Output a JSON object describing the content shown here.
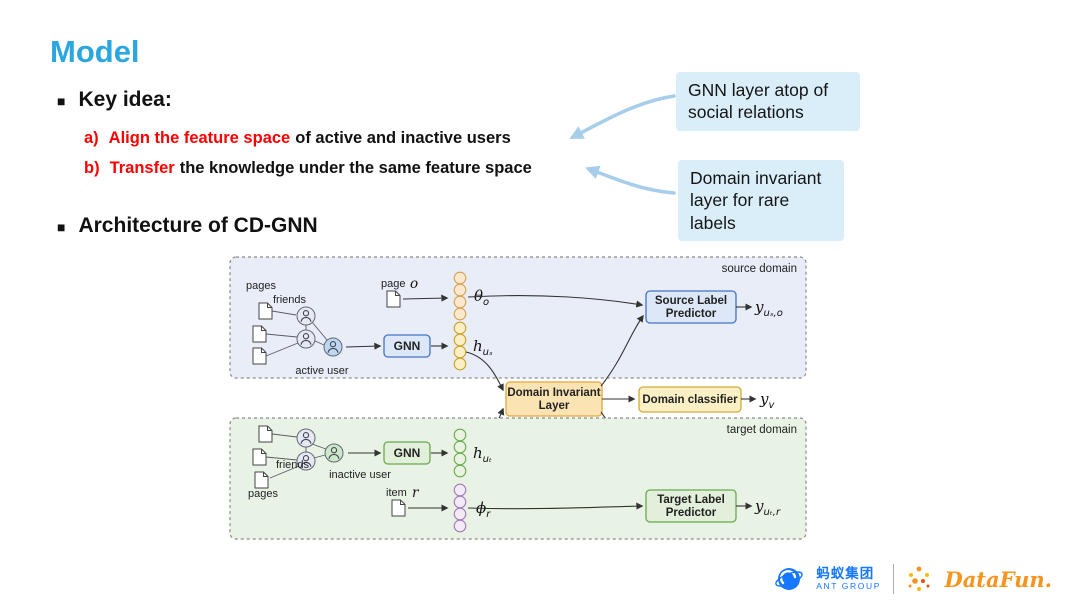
{
  "title": "Model",
  "icons": {
    "bullet_square": "■"
  },
  "sections": {
    "key_idea_heading": "Key idea:",
    "architecture_heading": "Architecture of CD-GNN"
  },
  "key_points": {
    "a_label": "a)",
    "a_highlight": "Align the feature space",
    "a_rest": "of active and inactive users",
    "b_label": "b)",
    "b_highlight": "Transfer",
    "b_rest": "the knowledge under the same feature space"
  },
  "callouts": {
    "gnn_layer": "GNN layer atop of social relations",
    "domain_invariant": "Domain invariant layer for rare labels"
  },
  "diagram": {
    "source_domain_label": "source domain",
    "target_domain_label": "target domain",
    "source": {
      "pages_label": "pages",
      "friends_label": "friends",
      "active_user_label": "active user",
      "page_label": "page",
      "page_var": "o",
      "gnn": "GNN",
      "theta_base": "θ",
      "theta_sub": "o",
      "h_base": "h",
      "h_sub": "uₛ",
      "predictor_line1": "Source Label",
      "predictor_line2": "Predictor",
      "out_base": "y",
      "out_sub": "uₛ,o"
    },
    "middle": {
      "invariant_line1": "Domain Invariant",
      "invariant_line2": "Layer",
      "classifier": "Domain classifier",
      "out_base": "y",
      "out_sub": "v"
    },
    "target": {
      "pages_label": "pages",
      "friends_label": "friends",
      "inactive_user_label": "inactive user",
      "item_label": "item",
      "item_var": "r",
      "gnn": "GNN",
      "phi_base": "ϕ",
      "phi_sub": "r",
      "h_base": "h",
      "h_sub": "uₜ",
      "predictor_line1": "Target Label",
      "predictor_line2": "Predictor",
      "out_base": "y",
      "out_sub": "uₜ,r"
    }
  },
  "footer": {
    "ant_group_cn": "蚂蚁集团",
    "ant_group_en": "ANT GROUP",
    "datafun": "DataFun."
  },
  "colors": {
    "title_blue": "#2BA7E0",
    "highlight_red": "#FF0000",
    "callout_bg": "#D9EEF9",
    "source_domain_bg": "#E9EDF8",
    "target_domain_bg": "#E9F3E5",
    "blue_node": "#DCE8F8",
    "green_node": "#E2F0DB",
    "orange_node": "#FBE3B3",
    "yellow_node": "#FBF0C5",
    "ant_blue": "#1677FF",
    "datafun_orange": "#F7941D"
  }
}
